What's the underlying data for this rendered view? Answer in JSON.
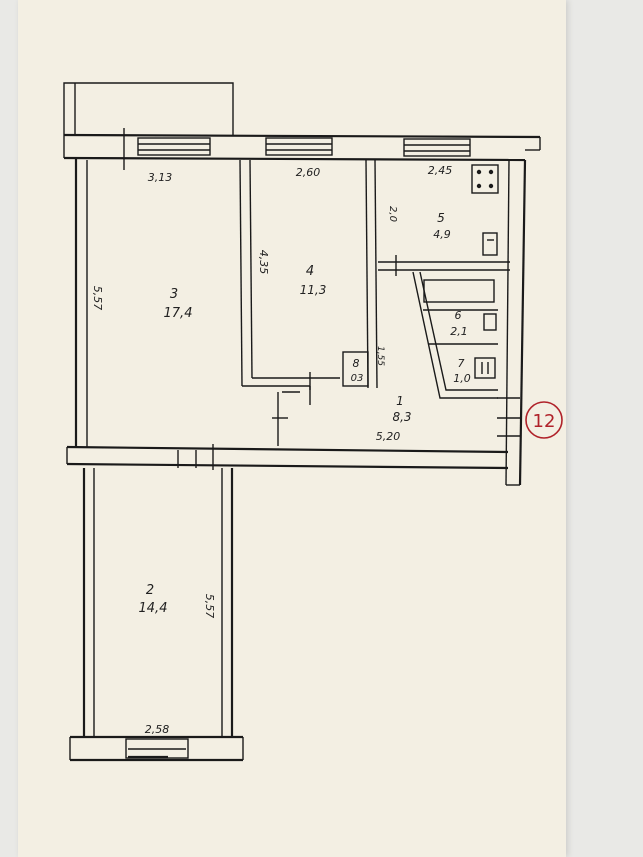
{
  "rooms": [
    {
      "number": "1",
      "area": "8,3"
    },
    {
      "number": "2",
      "area": "14,4"
    },
    {
      "number": "3",
      "area": "17,4"
    },
    {
      "number": "4",
      "area": "11,3"
    },
    {
      "number": "5",
      "area": "4,9"
    },
    {
      "number": "6",
      "area": "2,1"
    },
    {
      "number": "7",
      "area": "1,0"
    },
    {
      "number": "8",
      "area": "03"
    }
  ],
  "dimensions": {
    "room3_width": "3,13",
    "room3_height": "5,57",
    "room4_width": "2,60",
    "room4_height": "4,35",
    "room5_width": "2,45",
    "room5_height": "2,0",
    "hall_length": "5,20",
    "closet_side": "1,55",
    "room2_width": "2,58",
    "room2_height": "5,57"
  },
  "apartment_number": "12",
  "colors": {
    "paper": "#f3efe3",
    "ink": "#1a1a1a",
    "stamp": "#b0222a"
  }
}
